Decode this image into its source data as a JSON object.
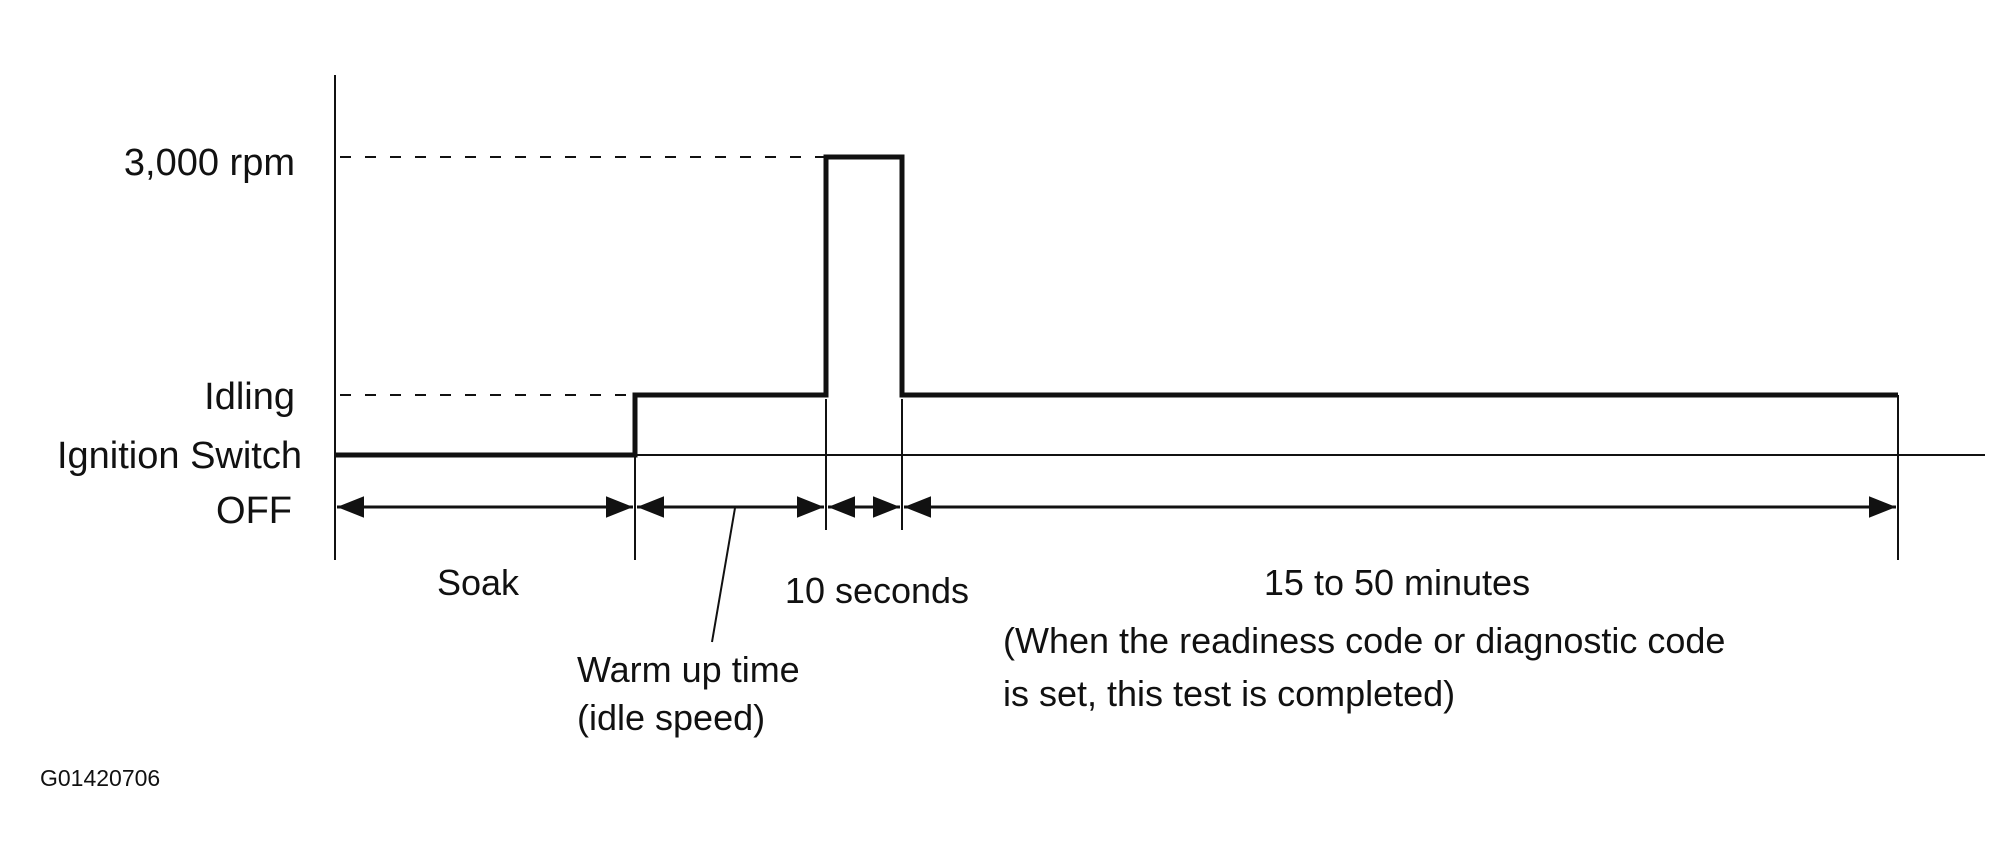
{
  "diagram": {
    "levels": {
      "high": "3,000 rpm",
      "idle": "Idling",
      "off_line1": "Ignition Switch",
      "off_line2": "OFF"
    },
    "phases": {
      "soak": "Soak",
      "warm_up_line1": "Warm up time",
      "warm_up_line2": "(idle speed)",
      "rpm_hold": "10 seconds",
      "drive_duration": "15 to 50 minutes",
      "drive_note_line1": "(When the readiness code or diagnostic code",
      "drive_note_line2": "is set, this test is completed)"
    },
    "figure_code": "G01420706"
  },
  "colors": {
    "ink": "#111111",
    "background": "#ffffff"
  }
}
